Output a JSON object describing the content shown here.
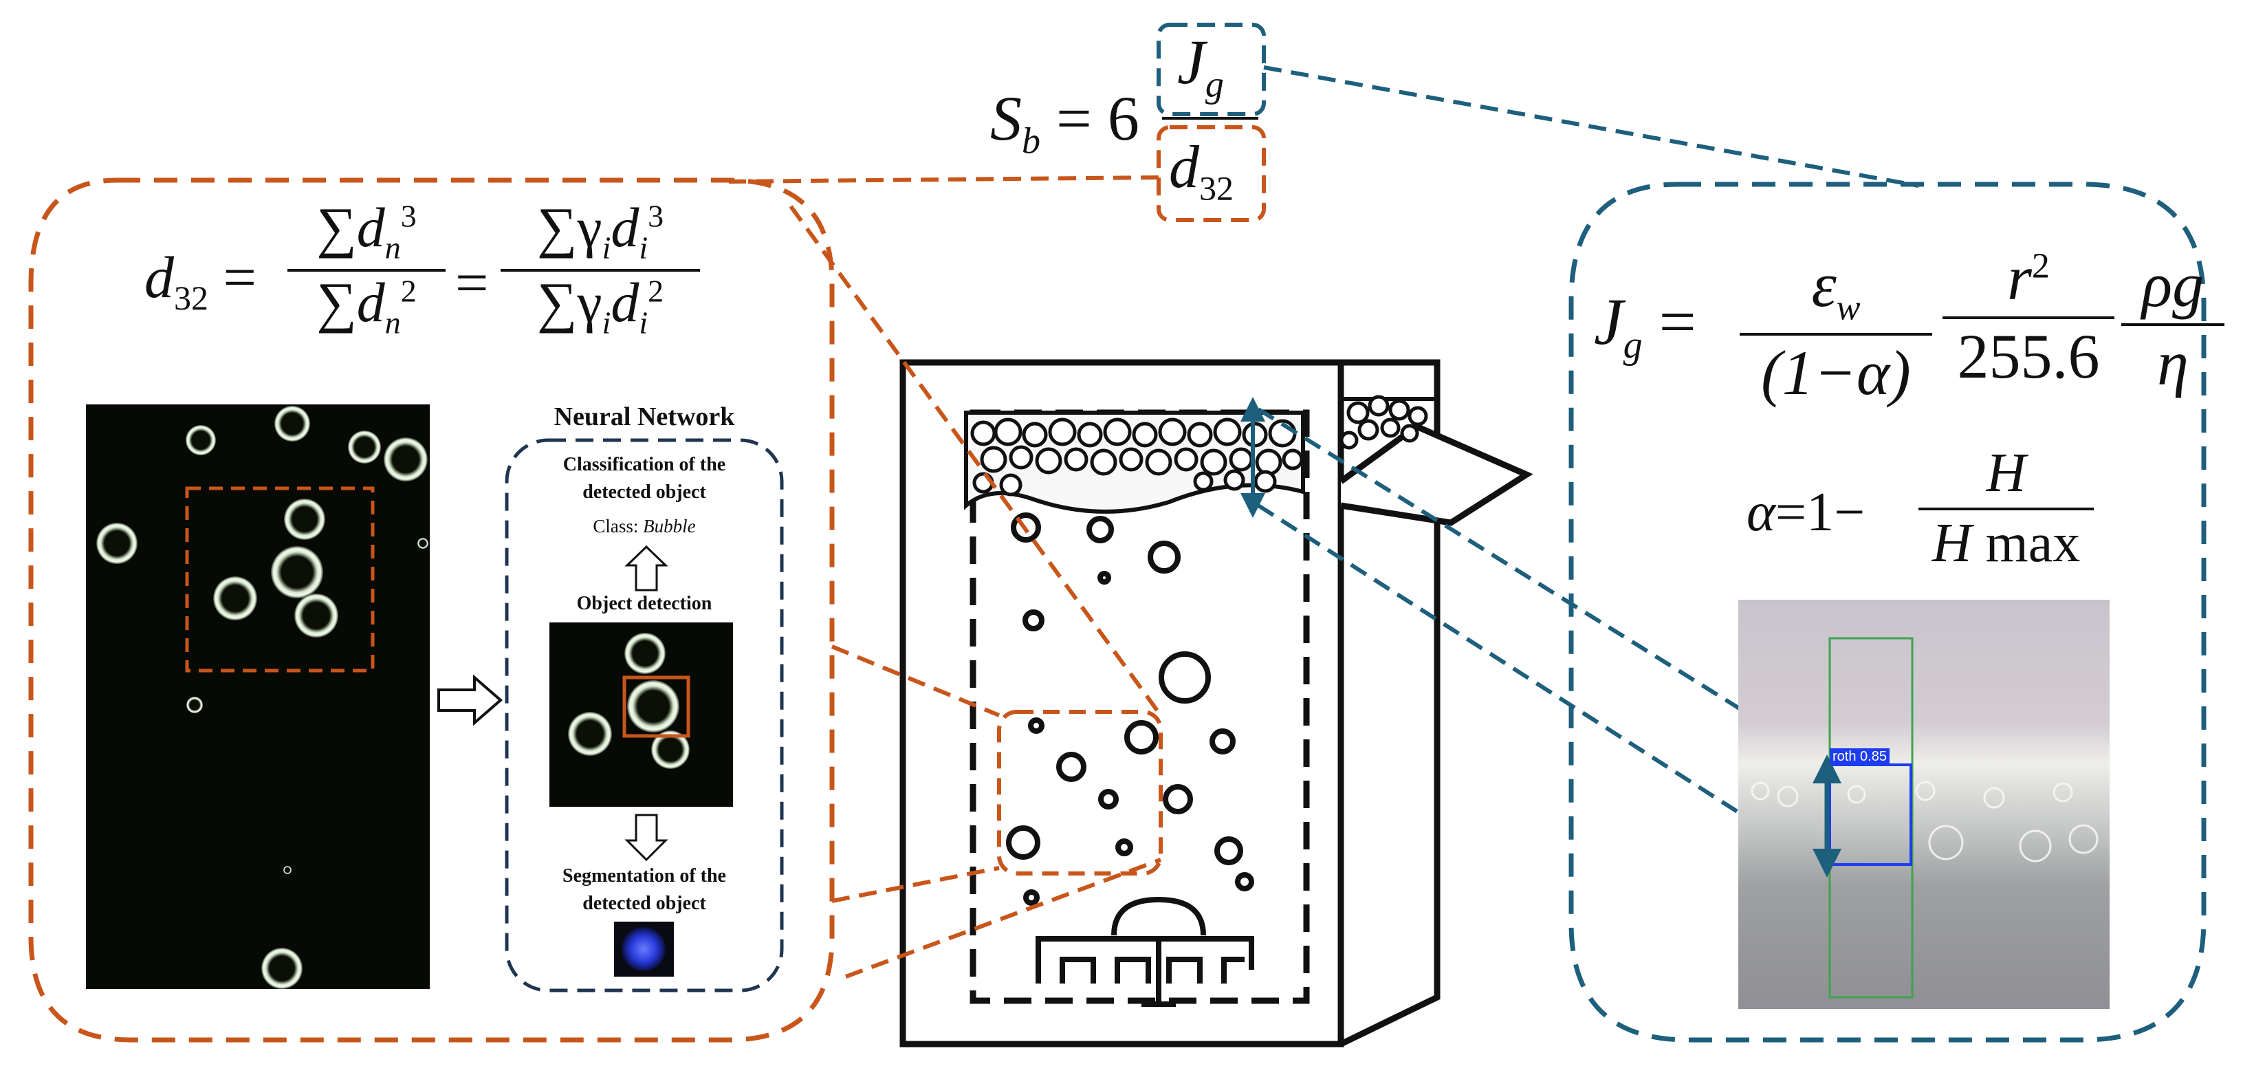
{
  "equations": {
    "sb": {
      "lhs": "S",
      "lhs_sub": "b",
      "equals": "=",
      "coef": "6",
      "num": "J",
      "num_sub": "g",
      "den": "d",
      "den_sub": "32"
    },
    "d32": {
      "lhs": "d",
      "lhs_sub": "32",
      "sum": "∑",
      "d": "d",
      "n": "n",
      "exp3": "3",
      "exp2": "2",
      "gamma": "γ",
      "i": "i"
    },
    "jg": {
      "lhs": "J",
      "lhs_sub": "g",
      "eps": "ε",
      "eps_sub": "w",
      "one_minus_alpha": "(1−α)",
      "r2": "r",
      "r2_exp": "2",
      "const": "255.6",
      "rho_g": "ρg",
      "eta": "η"
    },
    "alpha": {
      "lhs": "α",
      "rhs": "=1−",
      "num": "H",
      "den_h": "H",
      "den_max": "max"
    }
  },
  "neural_network": {
    "title": "Neural Network",
    "classification_line1": "Classification of the",
    "classification_line2": "detected object",
    "class_prefix": "Class: ",
    "class_value": "Bubble",
    "object_detection": "Object detection",
    "segmentation_line1": "Segmentation of the",
    "segmentation_line2": "detected object"
  },
  "detection_label": "roth 0.85",
  "colors": {
    "orange": "#c8561b",
    "teal": "#1d5f7c",
    "navy": "#1f3550",
    "yolo_blue": "#1f3df0",
    "yolo_green": "#3fa34d"
  }
}
